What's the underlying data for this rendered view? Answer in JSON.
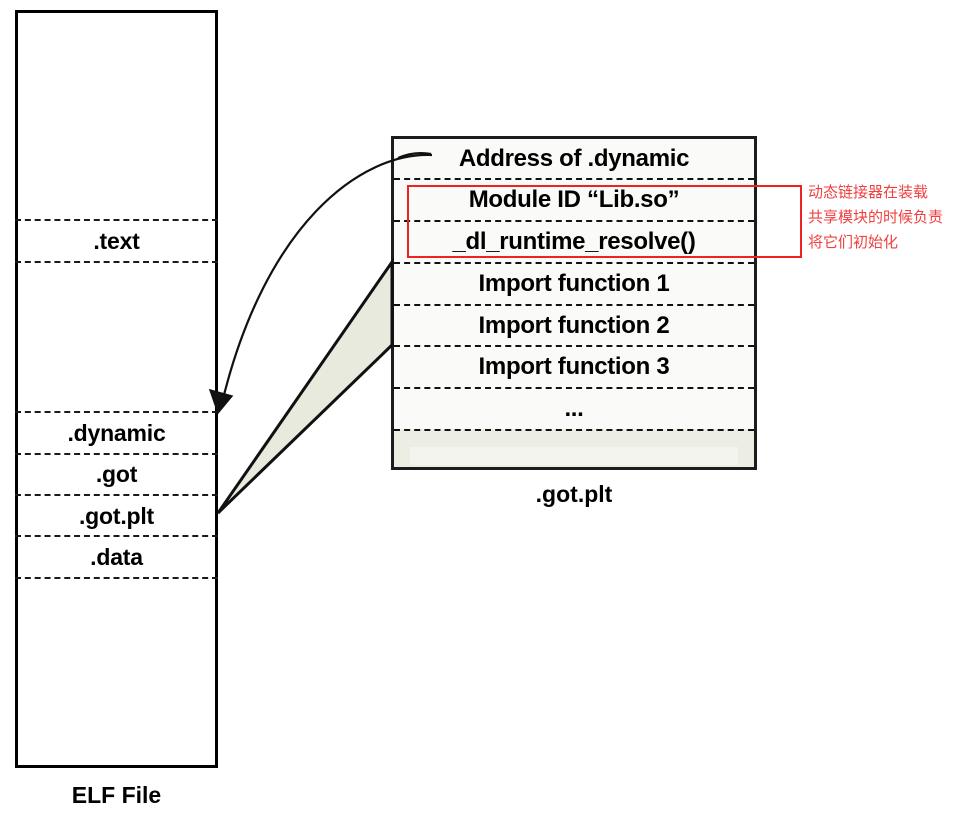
{
  "diagram": {
    "title_hidden": "ELF GOT / .got.plt layout diagram",
    "elf": {
      "caption": "ELF File",
      "sections": [
        {
          "label": ".text"
        },
        {
          "label": ".dynamic"
        },
        {
          "label": ".got"
        },
        {
          "label": ".got.plt"
        },
        {
          "label": ".data"
        }
      ]
    },
    "got": {
      "caption": ".got.plt",
      "entries": [
        {
          "label": "Address of .dynamic"
        },
        {
          "label": "Module ID “Lib.so”"
        },
        {
          "label": "_dl_runtime_resolve()"
        },
        {
          "label": "Import function 1"
        },
        {
          "label": "Import function 2"
        },
        {
          "label": "Import function 3"
        },
        {
          "label": "..."
        },
        {
          "label": ""
        }
      ]
    },
    "annotation": {
      "color": "#f04040",
      "lines": [
        "动态链接器在装载",
        "共享模块的时候负责",
        "将它们初始化"
      ]
    },
    "colors": {
      "outline": "#000000",
      "cell_fill": "#fafaf8",
      "shaded_fill": "#eceee4",
      "accent_red": "#ee2222",
      "wedge_fill": "#e9eade"
    }
  }
}
